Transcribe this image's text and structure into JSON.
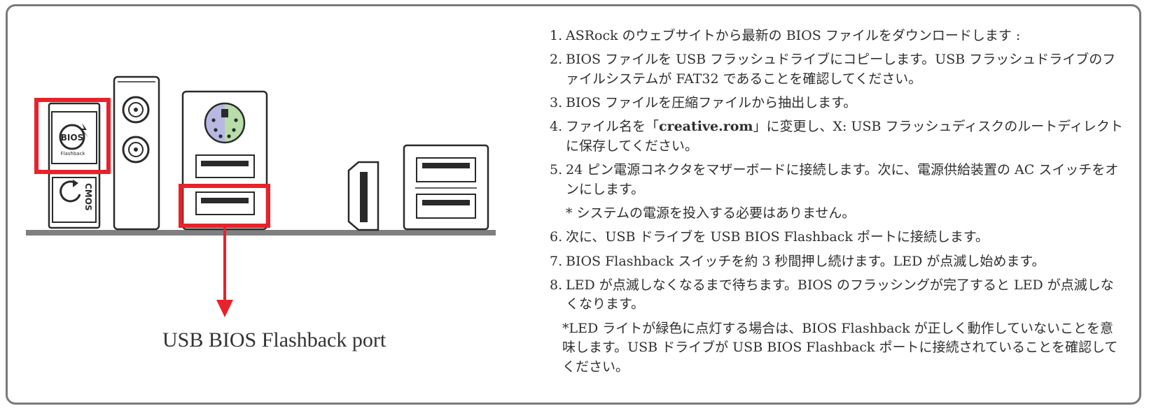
{
  "diagram": {
    "bios_button_label": "BIOS",
    "bios_button_sublabel": "Flashback",
    "cmos_button_label": "CMOS",
    "caption": "USB BIOS Flashback port",
    "colors": {
      "highlight": "#e8222a",
      "stroke": "#2a2a2a",
      "ps2_left": "#b8b9e2",
      "ps2_right": "#b9dcab",
      "baseline": "#7f7f7f"
    }
  },
  "steps": [
    {
      "num": "1.",
      "text": "ASRock のウェブサイトから最新の BIOS ファイルをダウンロードします :"
    },
    {
      "num": "2.",
      "text": "BIOS ファイルを USB フラッシュドライブにコピーします。USB フラッシュドライブのファイルシステムが FAT32 であることを確認してください。"
    },
    {
      "num": "3.",
      "text": "BIOS ファイルを圧縮ファイルから抽出します。"
    },
    {
      "num": "4.",
      "text_before": "ファイル名を「",
      "text_bold": "creative.rom",
      "text_after": "」に変更し、X: USB フラッシュディスクのルートディレクトに保存してください。"
    },
    {
      "num": "5.",
      "text": "24 ピン電源コネクタをマザーボードに接続します。次に、電源供給装置の AC スイッチをオンにします。"
    },
    {
      "num": "6.",
      "text": "次に、USB ドライブを USB BIOS Flashback ポートに接続します。"
    },
    {
      "num": "7.",
      "text": "BIOS Flashback スイッチを約 3 秒間押し続けます。LED が点滅し始めます。"
    },
    {
      "num": "8.",
      "text": "LED が点滅しなくなるまで待ちます。BIOS のフラッシングが完了すると LED が点滅しなくなります。"
    }
  ],
  "note_after_step5": "* システムの電源を投入する必要はありません。",
  "final_note": "*LED ライトが緑色に点灯する場合は、BIOS Flashback が正しく動作していないことを意味します。USB ドライブが USB BIOS Flashback ポートに接続されていることを確認してください。"
}
